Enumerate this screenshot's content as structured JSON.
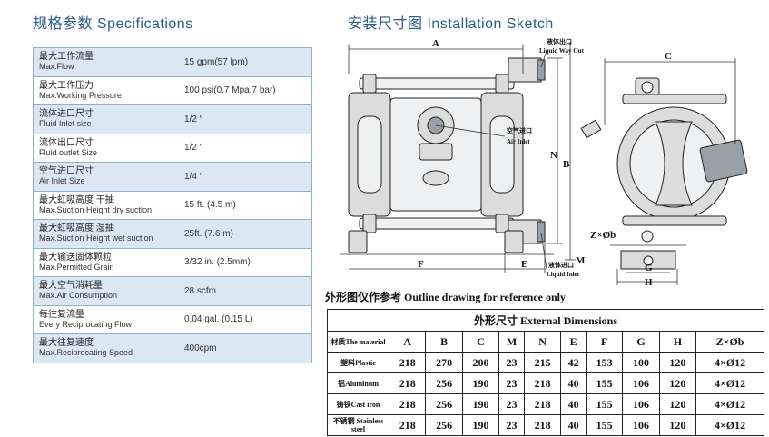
{
  "headings": {
    "specifications": "规格参数 Specifications",
    "installation": "安装尺寸图 Installation Sketch"
  },
  "specs": [
    {
      "zh": "最大工作流量",
      "en": "Max.Flow",
      "value": "15 gpm(57 lpm)"
    },
    {
      "zh": "最大工作压力",
      "en": "Max.Working Pressure",
      "value": "100 psi(0.7 Mpa,7 bar)"
    },
    {
      "zh": "流体进口尺寸",
      "en": "Fluid Inlet size",
      "value": "1/2 ″"
    },
    {
      "zh": "流体出口尺寸",
      "en": "Fluid outlet Size",
      "value": "1/2 ″"
    },
    {
      "zh": "空气进口尺寸",
      "en": "Air Inlet Size",
      "value": "1/4 ″"
    },
    {
      "zh": "最大虹吸高度  干抽",
      "en": "Max.Suction Height  dry suction",
      "value": "15 ft. (4.5 m)"
    },
    {
      "zh": "最大虹吸高度  湿抽",
      "en": "Max.Suction Height  wet suction",
      "value": "25ft. (7.6 m)"
    },
    {
      "zh": "最大输送固体颗粒",
      "en": "Max.Permitted Grain",
      "value": "3/32 in. (2.5mm)"
    },
    {
      "zh": "最大空气消耗量",
      "en": "Max.Air Consumption",
      "value": "28 scfm"
    },
    {
      "zh": "每往复流量",
      "en": "Every Reciprocating Flow",
      "value": "0.04 gal. (0.15 L)"
    },
    {
      "zh": "最大往复速度",
      "en": "Max.Reciprocating Speed",
      "value": "400cpm"
    }
  ],
  "sketch": {
    "letters": {
      "A": "A",
      "B": "B",
      "C": "C",
      "E": "E",
      "F": "F",
      "G": "G",
      "H": "H",
      "M": "M",
      "N": "N",
      "Z": "Z×Øb"
    },
    "notes": {
      "outlet_zh": "液体出口",
      "outlet_en": "Liquid Way Out",
      "air_zh": "空气进口",
      "air_en": "Air Inlet",
      "inlet_zh": "液体进口",
      "inlet_en": "Liquid Inlet"
    }
  },
  "outline_title": "外形图仅作参考  Outline drawing for reference only",
  "dimensions": {
    "title": "外形尺寸  External Dimensions",
    "material_header": "材质The material",
    "columns": [
      "A",
      "B",
      "C",
      "M",
      "N",
      "E",
      "F",
      "G",
      "H",
      "Z×Øb"
    ],
    "rows": [
      {
        "material": "塑料Plastic",
        "values": [
          "218",
          "270",
          "200",
          "23",
          "215",
          "42",
          "153",
          "100",
          "120",
          "4×Ø12"
        ]
      },
      {
        "material": "铝Aluminum",
        "values": [
          "218",
          "256",
          "190",
          "23",
          "218",
          "40",
          "155",
          "106",
          "120",
          "4×Ø12"
        ]
      },
      {
        "material": "铸铁Cast iron",
        "values": [
          "218",
          "256",
          "190",
          "23",
          "218",
          "40",
          "155",
          "106",
          "120",
          "4×Ø12"
        ]
      },
      {
        "material": "不锈钢 Stainless steel",
        "values": [
          "218",
          "256",
          "190",
          "23",
          "218",
          "40",
          "155",
          "106",
          "120",
          "4×Ø12"
        ]
      }
    ]
  }
}
